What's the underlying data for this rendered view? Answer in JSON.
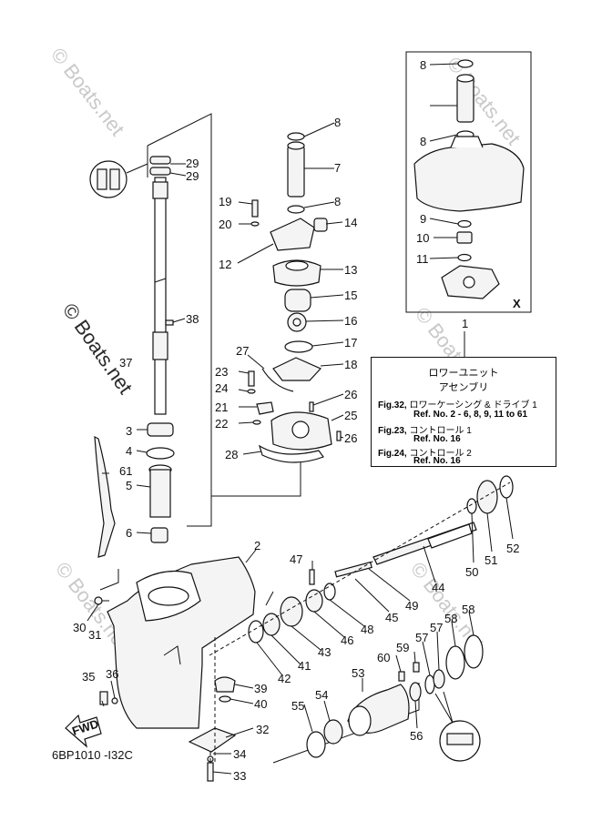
{
  "watermarks": {
    "main": "© Boats.net",
    "faint": "© Boats.net"
  },
  "drawing_code": "6BP1010 -I32C",
  "fwd_label": "FWD",
  "inset_label": "X",
  "legend": {
    "ref_number": "1",
    "title": "ロワーユニット",
    "subtitle": "アセンブリ",
    "rows": [
      {
        "fig": "Fig.32,",
        "desc": "ロワーケーシング & ドライブ 1",
        "ref": "Ref. No. 2 - 6, 8, 9, 11 to 61"
      },
      {
        "fig": "Fig.23,",
        "desc": "コントロール 1",
        "ref": "Ref. No. 16"
      },
      {
        "fig": "Fig.24,",
        "desc": "コントロール 2",
        "ref": "Ref. No. 16"
      }
    ]
  },
  "part_labels": [
    "2",
    "3",
    "4",
    "5",
    "6",
    "7",
    "8",
    "8",
    "8",
    "8",
    "9",
    "10",
    "11",
    "12",
    "13",
    "14",
    "15",
    "16",
    "17",
    "18",
    "19",
    "20",
    "21",
    "22",
    "23",
    "24",
    "25",
    "26",
    "26",
    "27",
    "28",
    "29",
    "29",
    "30",
    "31",
    "32",
    "33",
    "34",
    "35",
    "36",
    "37",
    "38",
    "39",
    "40",
    "41",
    "42",
    "43",
    "44",
    "45",
    "46",
    "47",
    "48",
    "49",
    "50",
    "51",
    "52",
    "53",
    "54",
    "55",
    "56",
    "57",
    "57",
    "58",
    "58",
    "59",
    "60",
    "61"
  ]
}
